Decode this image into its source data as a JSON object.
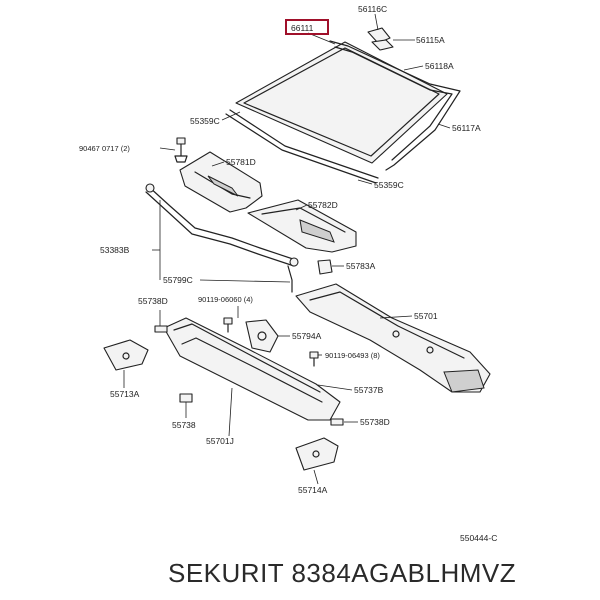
{
  "parts": {
    "p66111": "66111",
    "p56116c": "56116C",
    "p56115a": "56115A",
    "p56118a": "56118A",
    "p55359c_top": "55359C",
    "p56117a": "56117A",
    "p90467": "90467  0717 (2)",
    "p55781d": "55781D",
    "p55359c_bottom": "55359C",
    "p55782d": "55782D",
    "p53383b": "53383B",
    "p55783a": "55783A",
    "p55799c": "55799C",
    "p55738d_left": "55738D",
    "p90119_top": "90119-06060 (4)",
    "p55701": "55701",
    "p55794a": "55794A",
    "p90119_bottom": "90119-06493 (8)",
    "p55713a": "55713A",
    "p55737b": "55737B",
    "p55738": "55738",
    "p55738d_right": "55738D",
    "p55701j": "55701J",
    "p55714a": "55714A",
    "diagram_code": "550444-C"
  },
  "brand_caption": "SEKURIT 8384AGABLHMVZ",
  "colors": {
    "highlight": "#a0102a",
    "line": "#222222"
  }
}
